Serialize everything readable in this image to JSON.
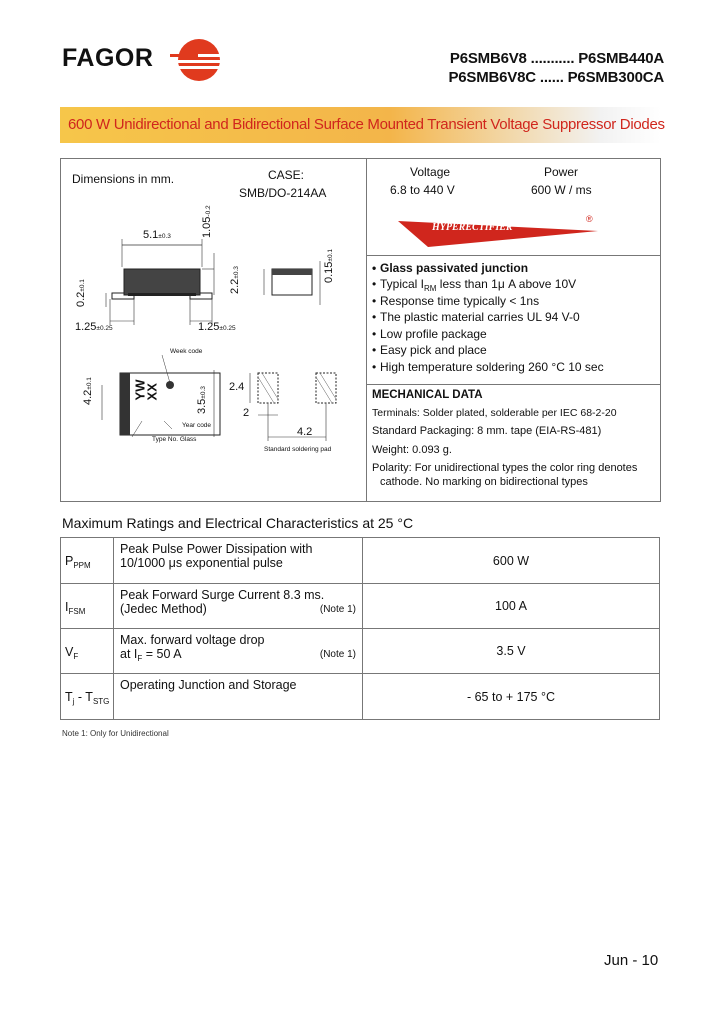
{
  "header": {
    "logo_text": "FAGOR",
    "part_line1": "P6SMB6V8 ........... P6SMB440A",
    "part_line2": "P6SMB6V8C ...... P6SMB300CA"
  },
  "banner": {
    "title": "600 W  Unidirectional and Bidirectional Surface Mounted Transient Voltage Suppressor Diodes"
  },
  "dims": {
    "label": "Dimensions in mm.",
    "case_label": "CASE:",
    "case_value": "SMB/DO-214AA",
    "d_top_width": "5.1",
    "d_top_width_tol": "±0.3",
    "d_height_right": "1.05",
    "d_height_right_tol": "-0.2",
    "d_body_h": "2.2",
    "d_body_h_tol": "±0.3",
    "d_lead": "0.15",
    "d_lead_tol": "±0.1",
    "d_lead_left": "0.2",
    "d_lead_left_tol": "±0.1",
    "d_foot_left": "1.25",
    "d_foot_left_tol": "±0.25",
    "d_foot_right": "1.25",
    "d_foot_right_tol": "±0.25",
    "d_side_w": "4.2",
    "d_side_w_tol": "±0.1",
    "d_side_h": "3.5",
    "d_side_h_tol": "±0.3",
    "mark_w1": "YW",
    "mark_w2": "XX",
    "label_week": "Week code",
    "label_year": "Year code",
    "label_type": "Type No. Glass",
    "pad_h": "2.4",
    "pad_w": "2",
    "pad_span": "4.2",
    "pad_label": "Standard soldering pad"
  },
  "specs": {
    "voltage_label": "Voltage",
    "voltage_value": "6.8 to 440 V",
    "power_label": "Power",
    "power_value": "600 W / ms",
    "brand_badge": "HYPERECTIFIER",
    "brand_reg": "®"
  },
  "features": {
    "heading": "Glass passivated junction",
    "f1_pre": "Typical I",
    "f1_sub": "RM",
    "f1_post": " less than 1μ A above 10V",
    "f2": "Response time typically < 1ns",
    "f3": "The plastic material carries UL 94 V-0",
    "f4": "Low profile package",
    "f5": "Easy pick and place",
    "f6": "High temperature soldering 260 °C 10 sec"
  },
  "mechanical": {
    "heading": "MECHANICAL DATA",
    "terminals": "Terminals: Solder plated, solderable per IEC 68-2-20",
    "packaging": "Standard Packaging: 8 mm. tape (EIA-RS-481)",
    "weight": "Weight: 0.093 g.",
    "polarity1": "Polarity: For unidirectional types the color ring denotes",
    "polarity2": "cathode. No marking on bidirectional types"
  },
  "ratings": {
    "title": "Maximum Ratings and Electrical Characteristics at 25 °C",
    "rows": [
      {
        "sym": "P",
        "sym_sub": "PPM",
        "desc1": "Peak Pulse Power Dissipation with",
        "desc2": "10/1000 μs exponential pulse",
        "note": "",
        "value": "600 W"
      },
      {
        "sym": "I",
        "sym_sub": "FSM",
        "desc1": "Peak Forward Surge Current 8.3 ms.",
        "desc2": "(Jedec Method)",
        "note": "(Note 1)",
        "value": "100 A"
      },
      {
        "sym": "V",
        "sym_sub": "F",
        "desc1": "Max. forward voltage drop",
        "desc2": "at I",
        "desc2_sub": "F",
        "desc2_post": " = 50 A",
        "note": "(Note 1)",
        "value": "3.5 V"
      },
      {
        "sym": "T",
        "sym_sub": "j",
        "sym2": " - T",
        "sym2_sub": "STG",
        "desc1": "Operating Junction and Storage",
        "desc2": "",
        "note": "",
        "value": "- 65  to + 175 °C"
      }
    ],
    "footnote": "Note 1: Only for Unidirectional"
  },
  "footer": {
    "date": "Jun - 10"
  },
  "colors": {
    "accent_red": "#d0261d",
    "banner_orange": "#f3b54a"
  }
}
